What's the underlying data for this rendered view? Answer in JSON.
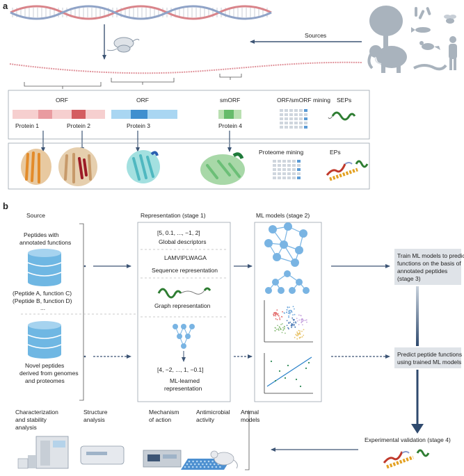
{
  "panels": {
    "a": "a",
    "b": "b"
  },
  "panel_a": {
    "sources_label": "Sources",
    "orf_labels": [
      "ORF",
      "ORF",
      "smORF"
    ],
    "mining_labels": {
      "orf_mining": "ORF/smORF mining",
      "seps": "SEPs",
      "proteome_mining": "Proteome mining",
      "eps": "EPs"
    },
    "proteins": [
      "Protein 1",
      "Protein 2",
      "Protein 3",
      "Protein 4"
    ]
  },
  "panel_b": {
    "headers": {
      "source": "Source",
      "representation": "Representation (stage 1)",
      "ml_models": "ML models (stage 2)"
    },
    "source_top": {
      "line1": "Peptides with",
      "line2": "annotated functions"
    },
    "source_top_list": [
      "(Peptide A, function C)",
      "(Peptide B, function D)",
      "..."
    ],
    "source_bottom": {
      "line1": "Novel peptides",
      "line2": "derived from genomes",
      "line3": "and proteomes"
    },
    "representations": {
      "global_vector": "[5, 0.1, ..., −1, 2]",
      "global_label": "Global descriptors",
      "sequence_value": "LAMVIPLWAGA",
      "sequence_label": "Sequence representation",
      "graph_label": "Graph representation",
      "ml_vector": "[4, −2, ..., 1, −0.1]",
      "ml_label_1": "ML-learned",
      "ml_label_2": "representation"
    },
    "stage3": {
      "line1": "Train ML models to predict",
      "line2": "functions on the basis of",
      "line3": "annotated peptides",
      "line4": "(stage 3)"
    },
    "predict": {
      "line1": "Predict peptide functions by",
      "line2": "using trained ML models"
    },
    "stage4": "Experimental validation (stage 4)",
    "validation": [
      {
        "lines": [
          "Characterization",
          "and stability",
          "analysis"
        ]
      },
      {
        "lines": [
          "Structure",
          "analysis"
        ]
      },
      {
        "lines": [
          "Mechanism",
          "of action"
        ]
      },
      {
        "lines": [
          "Antimicrobial",
          "activity"
        ]
      },
      {
        "lines": [
          "Animal",
          "models"
        ]
      }
    ]
  },
  "colors": {
    "arrow": "#3d5575",
    "dna_red": "#d9848a",
    "dna_blue": "#8fa3c7",
    "silhouette": "#a9b3bd",
    "pink_light": "#f6cfcf",
    "pink_mid": "#e99ba0",
    "red_dark": "#d45d60",
    "blue_light": "#a9d6f2",
    "blue_mid": "#3f8fcf",
    "green_light": "#b9e0b1",
    "green_mid": "#66bb6a",
    "db_blue": "#6fb7e3",
    "box_grey": "#dfe3e8",
    "node_blue": "#79b4e3"
  }
}
